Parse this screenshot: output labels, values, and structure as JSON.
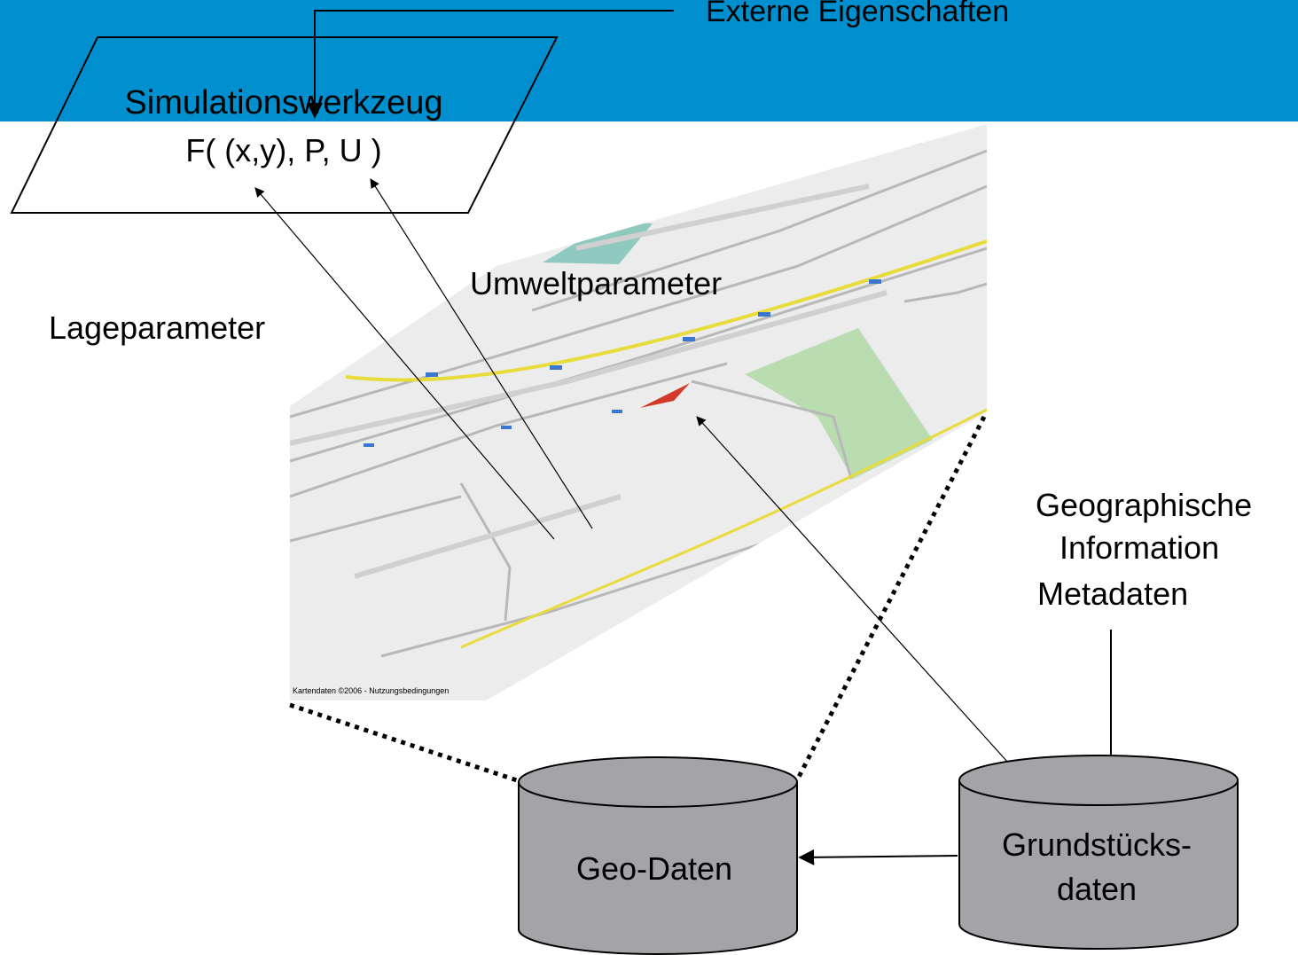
{
  "colors": {
    "header_band": "#0090cf",
    "cylinder_fill": "#a3a3a8",
    "map_background": "#ececec",
    "map_road_yellow": "#e8dc3c",
    "map_park_green": "#b9dcb1",
    "map_water_teal": "#8fc9c0",
    "map_marker_red": "#d23a2a",
    "map_label_blue": "#3a78d0"
  },
  "header": {
    "title": "Externe Eigenschaften"
  },
  "tool": {
    "title": "Simulationswerkzeug",
    "formula": "F( (x,y), P, U )"
  },
  "labels": {
    "umwelt": "Umweltparameter",
    "lage": "Lageparameter",
    "geo_info_line1": "Geographische",
    "geo_info_line2": "Information",
    "geo_info_line3": "Metadaten"
  },
  "databases": {
    "geo": {
      "label": "Geo-Daten"
    },
    "grund": {
      "label_line1": "Grundstücks-",
      "label_line2": "daten"
    }
  },
  "map": {
    "icons": [
      "map-marker-icon",
      "highway-shield-icon"
    ],
    "footer_text": "Kartendaten ©2006 - Nutzungsbedingungen"
  }
}
